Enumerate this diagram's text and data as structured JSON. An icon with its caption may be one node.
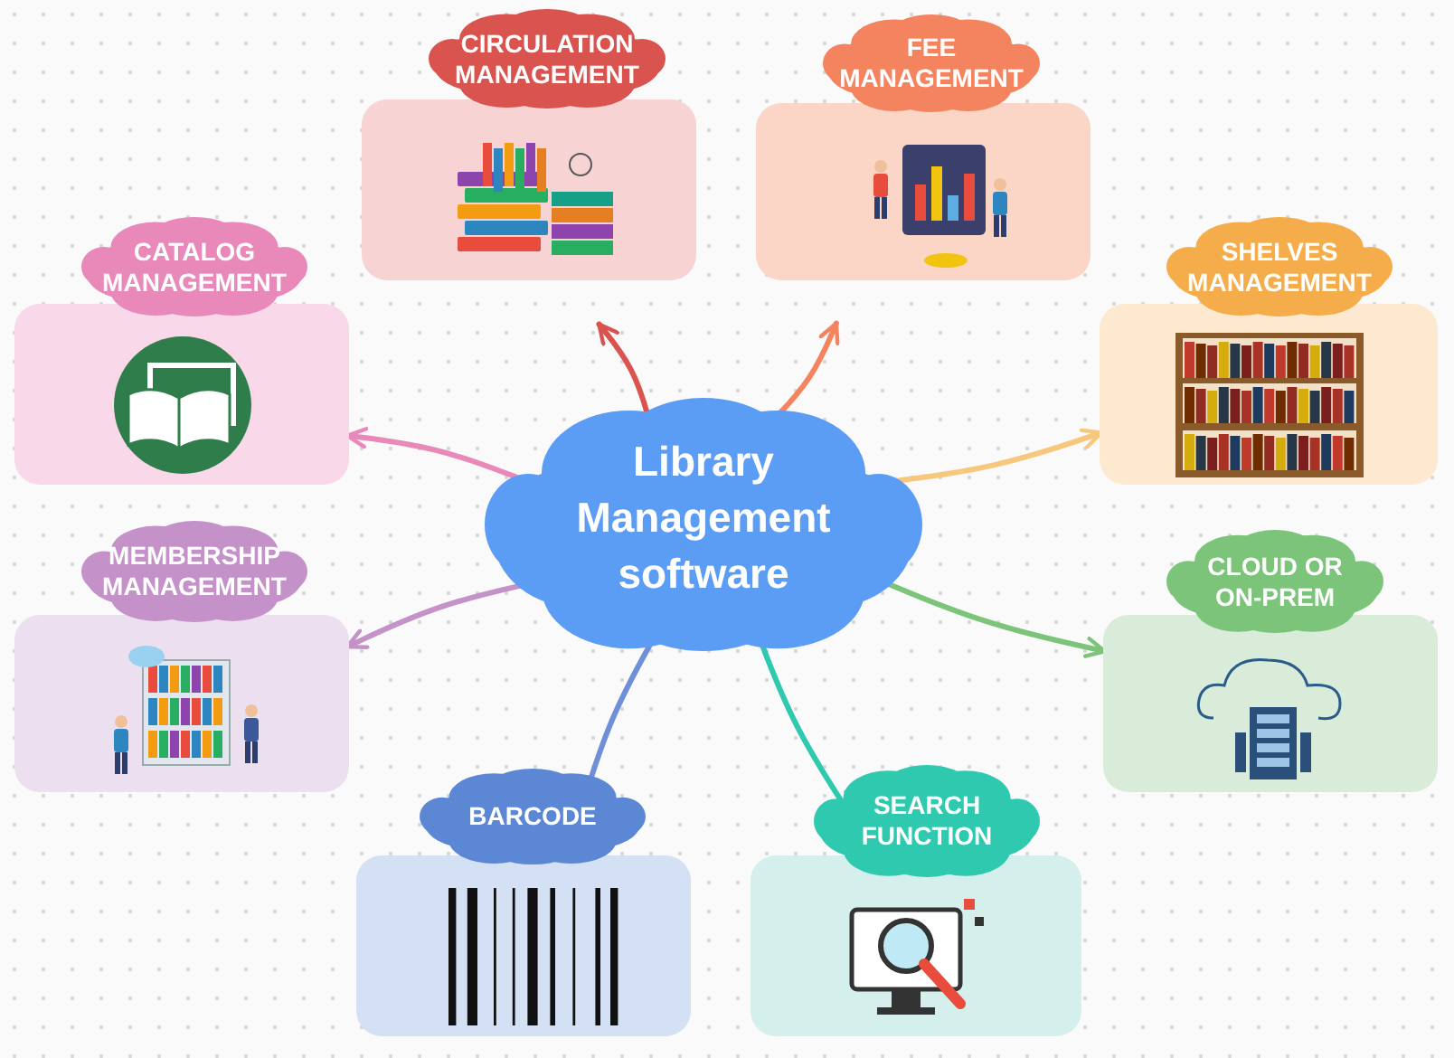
{
  "diagram": {
    "nodes": [
      {
        "text": [
          "Library Management software"
        ]
      },
      {
        "text": [
          "CIRCULATION MANAGEMENT"
        ]
      },
      {
        "text": [
          "FEE MANAGEMENT"
        ]
      },
      {
        "text": [
          "CATALOG MANAGEMENT"
        ]
      },
      {
        "text": [
          "SHELVES MANAGEMENT"
        ]
      },
      {
        "text": [
          "MEMBERSHIP MANAGEMENT"
        ]
      },
      {
        "text": [
          "CLOUD OR ON-PREM"
        ]
      },
      {
        "text": [
          "BARCODE"
        ]
      },
      {
        "text": [
          "SEARCH FUNCTION"
        ]
      }
    ],
    "edges": [
      {
        "from": 0,
        "to": 1,
        "arrow": "to",
        "color": "#d9534f"
      },
      {
        "from": 0,
        "to": 2,
        "arrow": "to",
        "color": "#f4845f"
      },
      {
        "from": 0,
        "to": 3,
        "arrow": "to",
        "color": "#e889b9"
      },
      {
        "from": 0,
        "to": 4,
        "arrow": "to",
        "color": "#f8c77e"
      },
      {
        "from": 0,
        "to": 5,
        "arrow": "to",
        "color": "#c491c9"
      },
      {
        "from": 0,
        "to": 6,
        "arrow": "to",
        "color": "#7cc47a"
      },
      {
        "from": 0,
        "to": 7,
        "arrow": "to",
        "color": "#6f8fd8"
      },
      {
        "from": 0,
        "to": 8,
        "arrow": "to",
        "color": "#2fc9b0"
      }
    ]
  }
}
